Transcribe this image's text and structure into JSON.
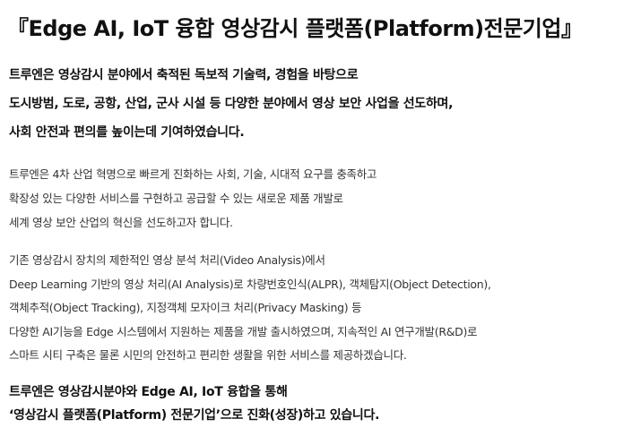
{
  "title": "『Edge AI, IoT 융합 영상감시 플랫폼(Platform)전문기업』",
  "intro": [
    "트루엔은 영상감시 분야에서 축적된 독보적 기술력, 경험을 바탕으로",
    "도시방범, 도로, 공항, 산업, 군사 시설 등 다양한 분야에서 영상 보안 사업을 선도하며,",
    "사회 안전과 편의를 높이는데 기여하였습니다."
  ],
  "vision": [
    "트루엔은 4차 산업 혁명으로 빠르게 진화하는 사회, 기술, 시대적 요구를 충족하고",
    "확장성 있는 다양한 서비스를 구현하고 공급할 수 있는 새로운 제품 개발로",
    "세계 영상 보안 산업의 혁신을 선도하고자 합니다."
  ],
  "products": [
    "기존 영상감시 장치의 제한적인 영상 분석 처리(Video Analysis)에서",
    "Deep Learning 기반의 영상 처리(AI Analysis)로 차량번호인식(ALPR), 객체탐지(Object Detection),",
    "객체추적(Object Tracking), 지정객체 모자이크 처리(Privacy Masking) 등",
    "다양한 AI기능을 Edge 시스템에서 지원하는 제품을 개발 출시하였으며, 지속적인 AI 연구개발(R&D)로",
    "스마트 시티 구축은 물론 시민의 안전하고 편리한 생활을 위한 서비스를 제공하겠습니다."
  ],
  "closing": [
    "트루엔은 영상감시분야와 Edge AI, IoT 융합을 통해",
    "‘영상감시 플랫폼(Platform) 전문기업’으로 진화(성장)하고 있습니다."
  ]
}
